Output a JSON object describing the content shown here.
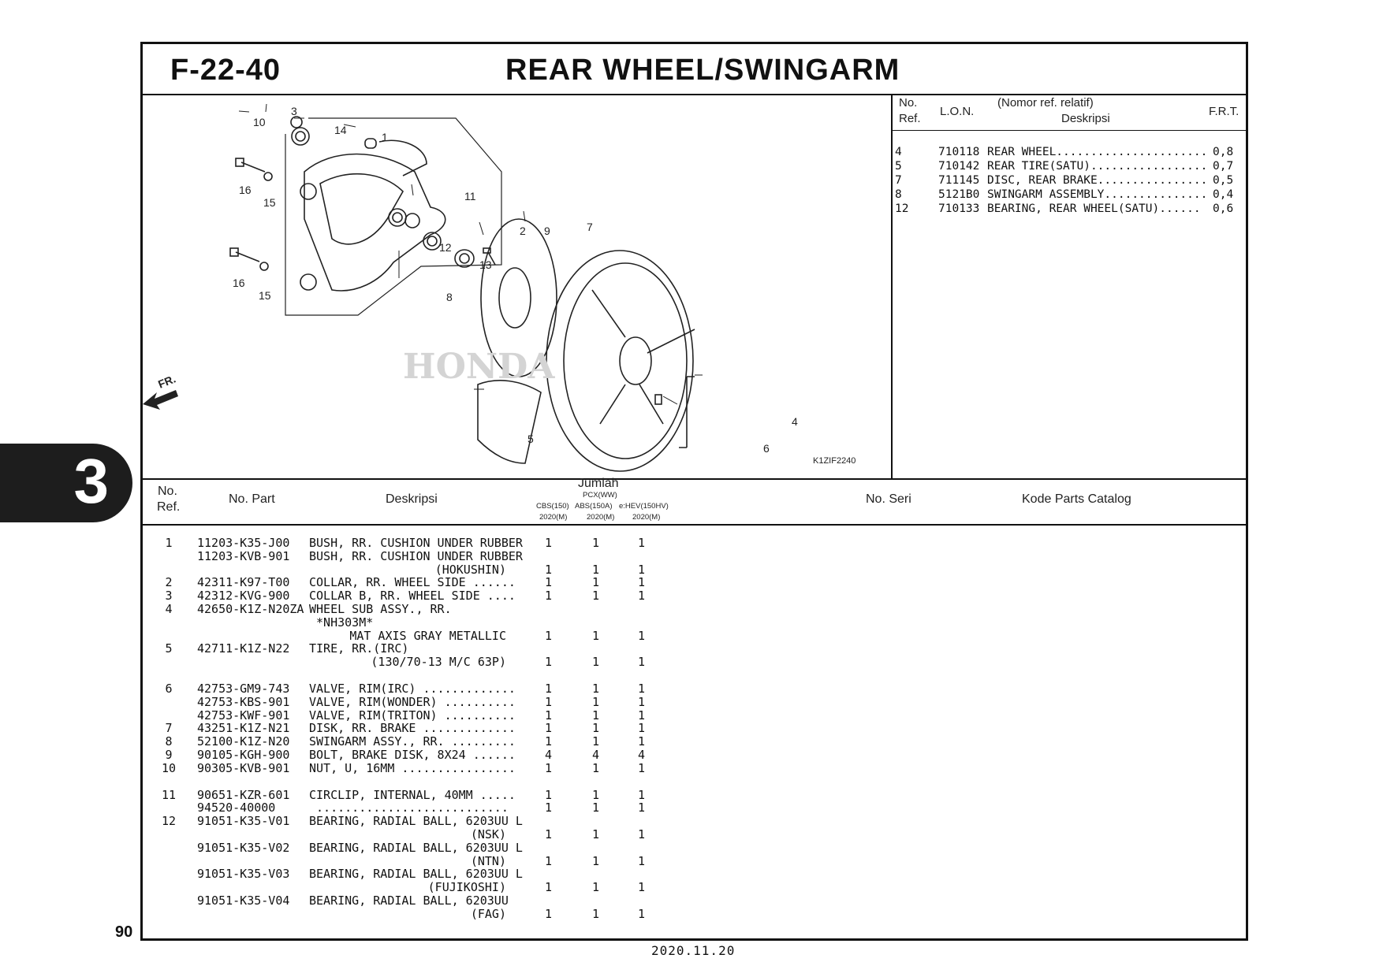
{
  "header": {
    "code": "F-22-40",
    "title": "REAR WHEEL/SWINGARM"
  },
  "diagram": {
    "code": "K1ZIF2240",
    "fr_label": "FR.",
    "watermark": "HONDA",
    "callouts": [
      "10",
      "3",
      "14",
      "1",
      "16",
      "15",
      "11",
      "12",
      "13",
      "2",
      "9",
      "7",
      "16",
      "15",
      "8",
      "4",
      "5",
      "6"
    ]
  },
  "ref_table": {
    "head_no": "No.",
    "head_ref": "Ref.",
    "head_lon": "L.O.N.",
    "head_nomor": "(Nomor ref. relatif)",
    "head_desc": "Deskripsi",
    "head_frt": "F.R.T.",
    "rows": [
      {
        "ref": "4",
        "lon": "710118",
        "desc": "REAR WHEEL......................",
        "frt": "0,8"
      },
      {
        "ref": "5",
        "lon": "710142",
        "desc": "REAR TIRE(SATU).................",
        "frt": "0,7"
      },
      {
        "ref": "7",
        "lon": "711145",
        "desc": "DISC, REAR BRAKE................",
        "frt": "0,5"
      },
      {
        "ref": "8",
        "lon": "5121B0",
        "desc": "SWINGARM ASSEMBLY...............",
        "frt": "0,4"
      },
      {
        "ref": "12",
        "lon": "710133",
        "desc": "BEARING, REAR WHEEL(SATU)......",
        "frt": "0,6"
      }
    ]
  },
  "parts_header": {
    "no": "No.",
    "ref": "Ref.",
    "part": "No. Part",
    "desc": "Deskripsi",
    "jumlah": "Jumlah",
    "model": "PCX(WW)",
    "col1": "CBS(150)",
    "col2": "ABS(150A)",
    "col3": "e:HEV(150HV)",
    "year1": "2020(M)",
    "year2": "2020(M)",
    "year3": "2020(M)",
    "seri": "No. Seri",
    "kode": "Kode Parts Catalog"
  },
  "parts": [
    {
      "ref": "1",
      "part": "11203-K35-J00",
      "desc": "BUSH, RR. CUSHION UNDER RUBBER",
      "q1": "1",
      "q2": "1",
      "q3": "1"
    },
    {
      "ref": "",
      "part": "11203-KVB-901",
      "desc": "BUSH, RR. CUSHION UNDER RUBBER",
      "q1": "",
      "q2": "",
      "q3": ""
    },
    {
      "ref": "",
      "part": "",
      "desc": "(HOKUSHIN)",
      "q1": "1",
      "q2": "1",
      "q3": "1",
      "right": true
    },
    {
      "ref": "2",
      "part": "42311-K97-T00",
      "desc": "COLLAR, RR. WHEEL SIDE ......",
      "q1": "1",
      "q2": "1",
      "q3": "1"
    },
    {
      "ref": "3",
      "part": "42312-KVG-900",
      "desc": "COLLAR B, RR. WHEEL SIDE ....",
      "q1": "1",
      "q2": "1",
      "q3": "1"
    },
    {
      "ref": "4",
      "part": "42650-K1Z-N20ZA",
      "desc": "WHEEL SUB ASSY., RR.",
      "q1": "",
      "q2": "",
      "q3": ""
    },
    {
      "ref": "",
      "part": "",
      "desc": " *NH303M*",
      "q1": "",
      "q2": "",
      "q3": ""
    },
    {
      "ref": "",
      "part": "",
      "desc": "MAT AXIS GRAY METALLIC",
      "q1": "1",
      "q2": "1",
      "q3": "1",
      "right": true
    },
    {
      "ref": "5",
      "part": "42711-K1Z-N22",
      "desc": "TIRE, RR.(IRC)",
      "q1": "",
      "q2": "",
      "q3": ""
    },
    {
      "ref": "",
      "part": "",
      "desc": "(130/70-13 M/C 63P)",
      "q1": "1",
      "q2": "1",
      "q3": "1",
      "right": true
    },
    {
      "gap": true
    },
    {
      "ref": "6",
      "part": "42753-GM9-743",
      "desc": "VALVE, RIM(IRC) .............",
      "q1": "1",
      "q2": "1",
      "q3": "1"
    },
    {
      "ref": "",
      "part": "42753-KBS-901",
      "desc": "VALVE, RIM(WONDER) ..........",
      "q1": "1",
      "q2": "1",
      "q3": "1"
    },
    {
      "ref": "",
      "part": "42753-KWF-901",
      "desc": "VALVE, RIM(TRITON) ..........",
      "q1": "1",
      "q2": "1",
      "q3": "1"
    },
    {
      "ref": "7",
      "part": "43251-K1Z-N21",
      "desc": "DISK, RR. BRAKE .............",
      "q1": "1",
      "q2": "1",
      "q3": "1"
    },
    {
      "ref": "8",
      "part": "52100-K1Z-N20",
      "desc": "SWINGARM ASSY., RR. .........",
      "q1": "1",
      "q2": "1",
      "q3": "1"
    },
    {
      "ref": "9",
      "part": "90105-KGH-900",
      "desc": "BOLT, BRAKE DISK, 8X24 ......",
      "q1": "4",
      "q2": "4",
      "q3": "4"
    },
    {
      "ref": "10",
      "part": "90305-KVB-901",
      "desc": "NUT, U, 16MM ................",
      "q1": "1",
      "q2": "1",
      "q3": "1"
    },
    {
      "gap": true
    },
    {
      "ref": "11",
      "part": "90651-KZR-601",
      "desc": "CIRCLIP, INTERNAL, 40MM .....",
      "q1": "1",
      "q2": "1",
      "q3": "1"
    },
    {
      "ref": "",
      "part": "94520-40000",
      "desc": " ...........................",
      "q1": "1",
      "q2": "1",
      "q3": "1"
    },
    {
      "ref": "12",
      "part": "91051-K35-V01",
      "desc": "BEARING, RADIAL BALL, 6203UU L",
      "q1": "",
      "q2": "",
      "q3": ""
    },
    {
      "ref": "",
      "part": "",
      "desc": "(NSK)",
      "q1": "1",
      "q2": "1",
      "q3": "1",
      "right": true
    },
    {
      "ref": "",
      "part": "91051-K35-V02",
      "desc": "BEARING, RADIAL BALL, 6203UU L",
      "q1": "",
      "q2": "",
      "q3": ""
    },
    {
      "ref": "",
      "part": "",
      "desc": "(NTN)",
      "q1": "1",
      "q2": "1",
      "q3": "1",
      "right": true
    },
    {
      "ref": "",
      "part": "91051-K35-V03",
      "desc": "BEARING, RADIAL BALL, 6203UU L",
      "q1": "",
      "q2": "",
      "q3": ""
    },
    {
      "ref": "",
      "part": "",
      "desc": "(FUJIKOSHI)",
      "q1": "1",
      "q2": "1",
      "q3": "1",
      "right": true
    },
    {
      "ref": "",
      "part": "91051-K35-V04",
      "desc": "BEARING, RADIAL BALL, 6203UU",
      "q1": "",
      "q2": "",
      "q3": ""
    },
    {
      "ref": "",
      "part": "",
      "desc": "(FAG)",
      "q1": "1",
      "q2": "1",
      "q3": "1",
      "right": true
    }
  ],
  "footer": {
    "section": "3",
    "page": "90",
    "date": "2020.11.20"
  }
}
